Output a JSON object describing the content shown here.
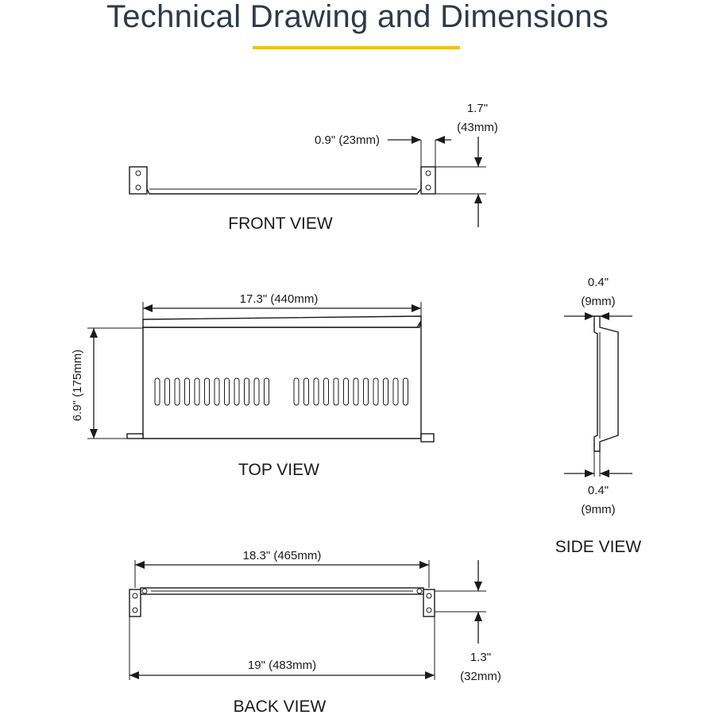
{
  "title": "Technical Drawing and Dimensions",
  "accent_color": "#f2c012",
  "views": {
    "front": "FRONT VIEW",
    "top": "TOP VIEW",
    "side": "SIDE VIEW",
    "back": "BACK VIEW"
  },
  "dimensions": {
    "front_offset": "0.9\" (23mm)",
    "front_height_in": "1.7\"",
    "front_height_mm": "(43mm)",
    "top_width": "17.3\" (440mm)",
    "top_depth": "6.9\" (175mm)",
    "side_top_in": "0.4\"",
    "side_top_mm": "(9mm)",
    "side_bottom_in": "0.4\"",
    "side_bottom_mm": "(9mm)",
    "back_inner_width": "18.3\" (465mm)",
    "back_outer_width": "19\" (483mm)",
    "back_height_in": "1.3\"",
    "back_height_mm": "(32mm)"
  }
}
